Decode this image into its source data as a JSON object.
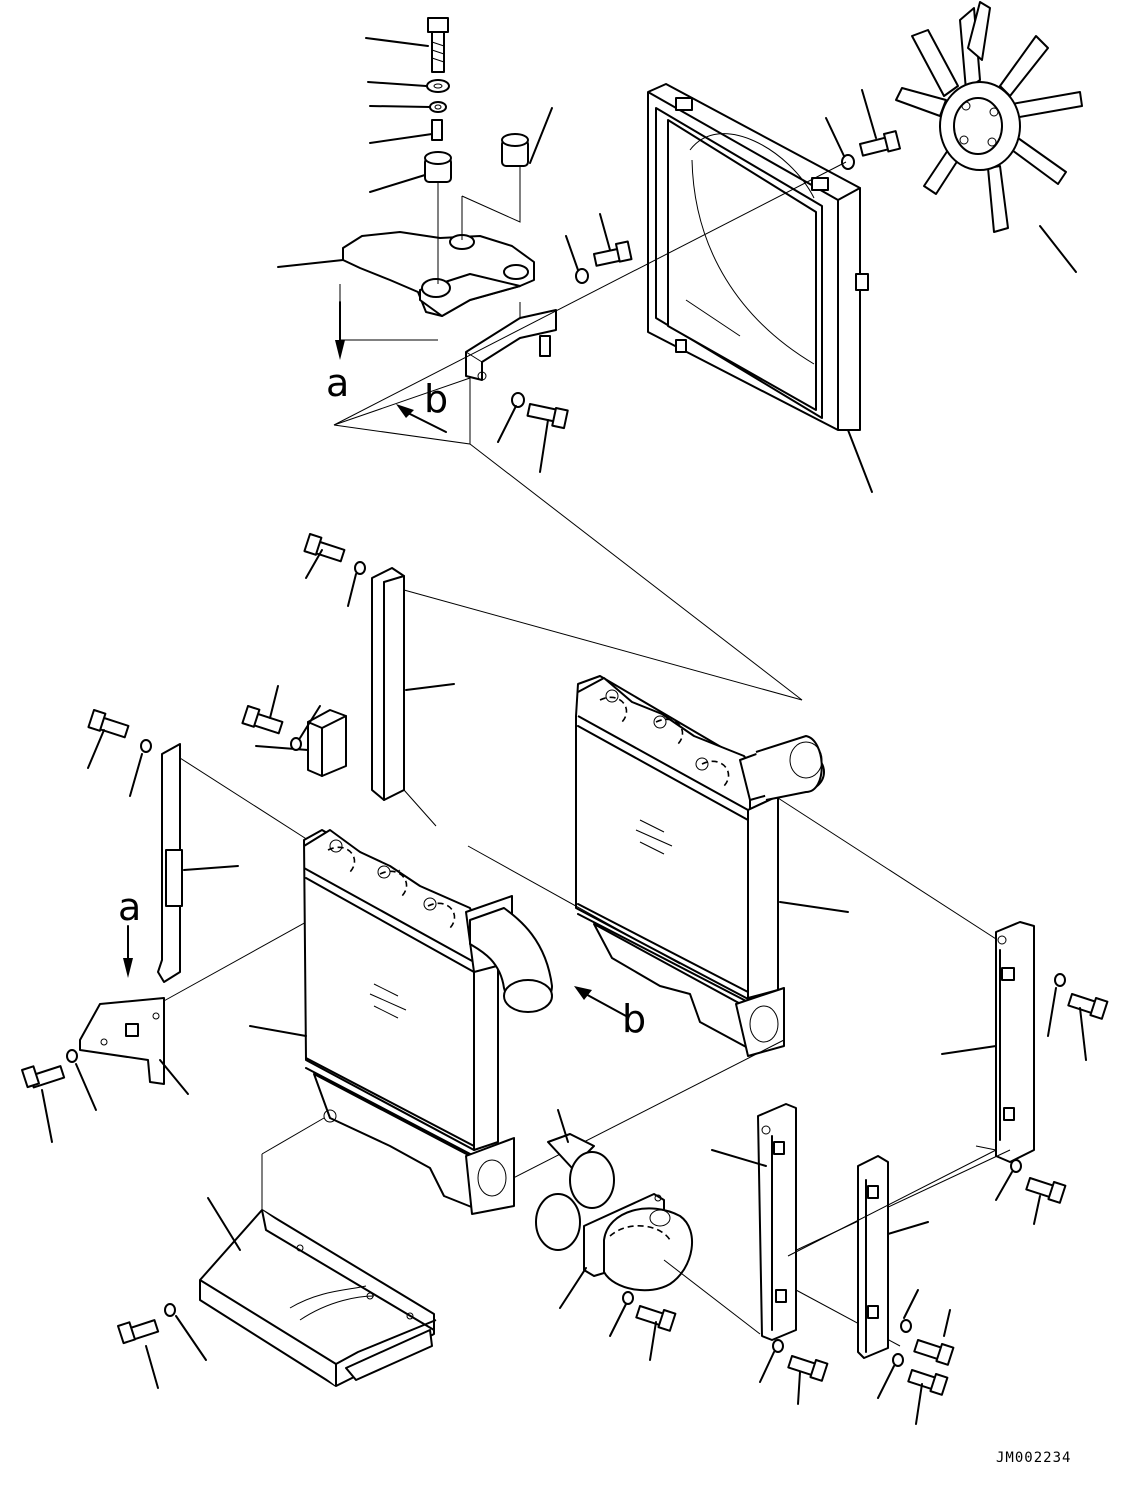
{
  "diagram": {
    "view_labels": {
      "a_top": "a",
      "b_top": "b",
      "a_lower": "a",
      "b_lower": "b"
    },
    "drawing_code": "JM002234"
  }
}
